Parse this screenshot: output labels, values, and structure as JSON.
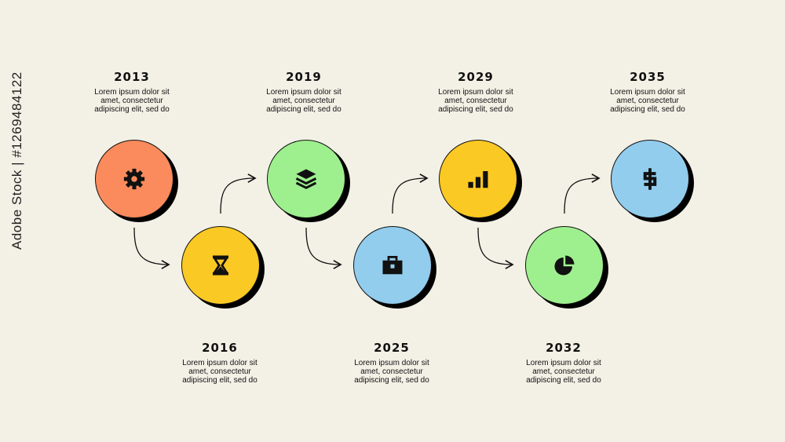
{
  "milestones": [
    {
      "year": "2013",
      "text": "Lorem ipsum dolor sit\namet, consectetur\nadipiscing elit, sed do",
      "color": "#fb8b5c",
      "icon": "gear-icon"
    },
    {
      "year": "2016",
      "text": "Lorem ipsum dolor sit\namet, consectetur\nadipiscing elit, sed do",
      "color": "#fbc923",
      "icon": "hourglass-icon"
    },
    {
      "year": "2019",
      "text": "Lorem ipsum dolor sit\namet, consectetur\nadipiscing elit, sed do",
      "color": "#9ef08e",
      "icon": "layers-icon"
    },
    {
      "year": "2025",
      "text": "Lorem ipsum dolor sit\namet, consectetur\nadipiscing elit, sed do",
      "color": "#92cdee",
      "icon": "briefcase-icon"
    },
    {
      "year": "2029",
      "text": "Lorem ipsum dolor sit\namet, consectetur\nadipiscing elit, sed do",
      "color": "#fbc923",
      "icon": "bar-chart-icon"
    },
    {
      "year": "2032",
      "text": "Lorem ipsum dolor sit\namet, consectetur\nadipiscing elit, sed do",
      "color": "#9ef08e",
      "icon": "pie-chart-icon"
    },
    {
      "year": "2035",
      "text": "Lorem ipsum dolor sit\namet, consectetur\nadipiscing elit, sed do",
      "color": "#92cdee",
      "icon": "dollar-icon"
    }
  ],
  "watermark_id": "Adobe Stock | #1269484122"
}
